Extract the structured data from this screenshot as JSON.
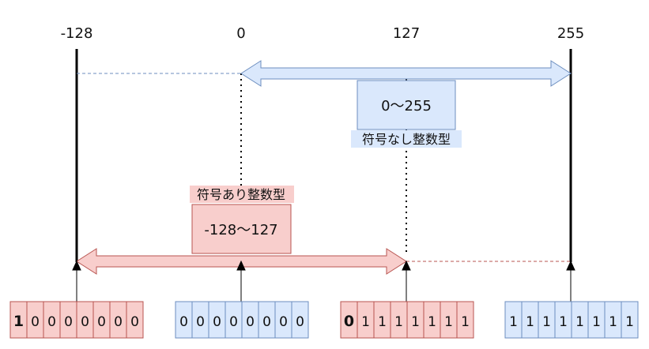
{
  "ticks": [
    "-128",
    "0",
    "127",
    "255"
  ],
  "unsigned": {
    "range_label": "0〜255",
    "type_label": "符号なし整数型"
  },
  "signed": {
    "range_label": "-128〜127",
    "type_label": "符号あり整数型"
  },
  "bit_rows": [
    {
      "bits": [
        "1",
        "0",
        "0",
        "0",
        "0",
        "0",
        "0",
        "0"
      ],
      "bold_first": true,
      "style": "red"
    },
    {
      "bits": [
        "0",
        "0",
        "0",
        "0",
        "0",
        "0",
        "0",
        "0"
      ],
      "bold_first": false,
      "style": "blue"
    },
    {
      "bits": [
        "0",
        "1",
        "1",
        "1",
        "1",
        "1",
        "1",
        "1"
      ],
      "bold_first": true,
      "style": "red"
    },
    {
      "bits": [
        "1",
        "1",
        "1",
        "1",
        "1",
        "1",
        "1",
        "1"
      ],
      "bold_first": false,
      "style": "blue"
    }
  ],
  "colors": {
    "blue_fill": "#dae8fc",
    "blue_stroke": "#6c8ebf",
    "red_fill": "#f8cecc",
    "red_stroke": "#b85450"
  }
}
